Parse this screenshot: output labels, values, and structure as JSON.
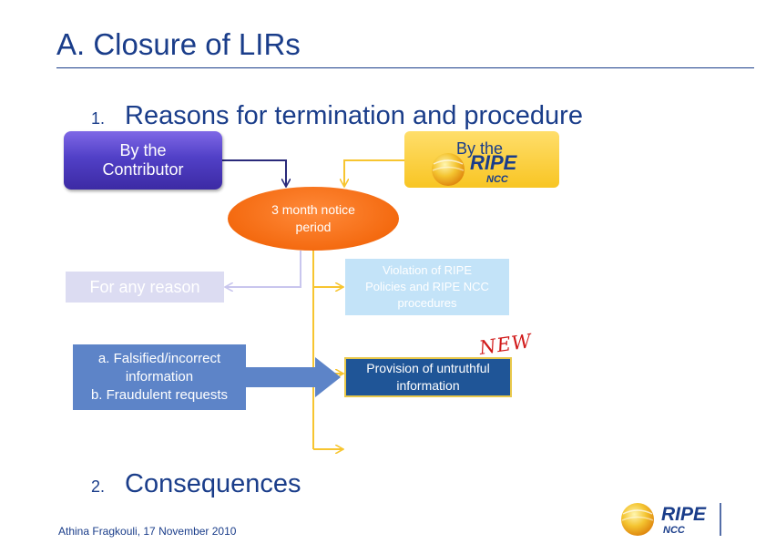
{
  "slide": {
    "title": "A. Closure of LIRs",
    "section1": {
      "number": "1.",
      "text": "Reasons for termination and procedure"
    },
    "section2": {
      "number": "2.",
      "text": "Consequences"
    }
  },
  "diagram": {
    "contributor_box": {
      "line1": "By the",
      "line2": "Contributor"
    },
    "ripe_box": {
      "label": "By the",
      "logo_word": "RIPE",
      "logo_sub": "NCC"
    },
    "notice": {
      "line1": "3 month notice",
      "line2": "period"
    },
    "any_reason": "For any reason",
    "violation": {
      "line1": "Violation of RIPE",
      "line2": "Policies and RIPE NCC",
      "line3": "procedures"
    },
    "falsified": {
      "line1": "a. Falsified/incorrect",
      "line2": "information",
      "line3": "b. Fraudulent requests"
    },
    "untruthful": {
      "line1": "Provision of untruthful",
      "line2": "information"
    },
    "new_badge": "NEW"
  },
  "footer": {
    "author_date": "Athina Fragkouli, 17 November 2010",
    "logo_word": "RIPE",
    "logo_sub": "NCC"
  },
  "colors": {
    "title_blue": "#1a3d8a",
    "connector_yellow": "#f7c530",
    "connector_navy": "#2a2a7a",
    "connector_lilac": "#c9c6ee",
    "notice_orange": "#f46a10",
    "arrow_blue": "#5d84c8"
  }
}
